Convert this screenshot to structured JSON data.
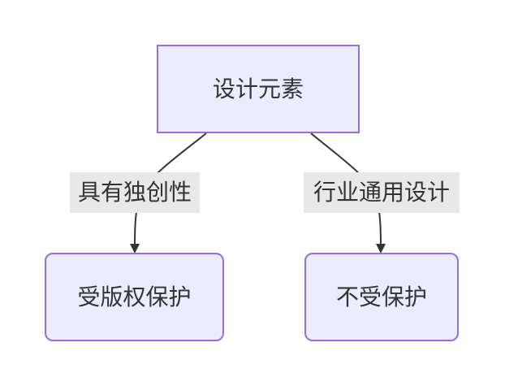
{
  "diagram": {
    "nodes": {
      "root": {
        "label": "设计元素"
      },
      "protected": {
        "label": "受版权保护"
      },
      "unprotected": {
        "label": "不受保护"
      }
    },
    "edges": {
      "root_to_protected": {
        "label": "具有独创性"
      },
      "root_to_unprotected": {
        "label": "行业通用设计"
      }
    },
    "colors": {
      "node_fill": "#ECECFF",
      "node_border": "#9370DB",
      "edge_line": "#333333",
      "edge_label_bg": "#E8E8E8",
      "text": "#333333"
    }
  }
}
